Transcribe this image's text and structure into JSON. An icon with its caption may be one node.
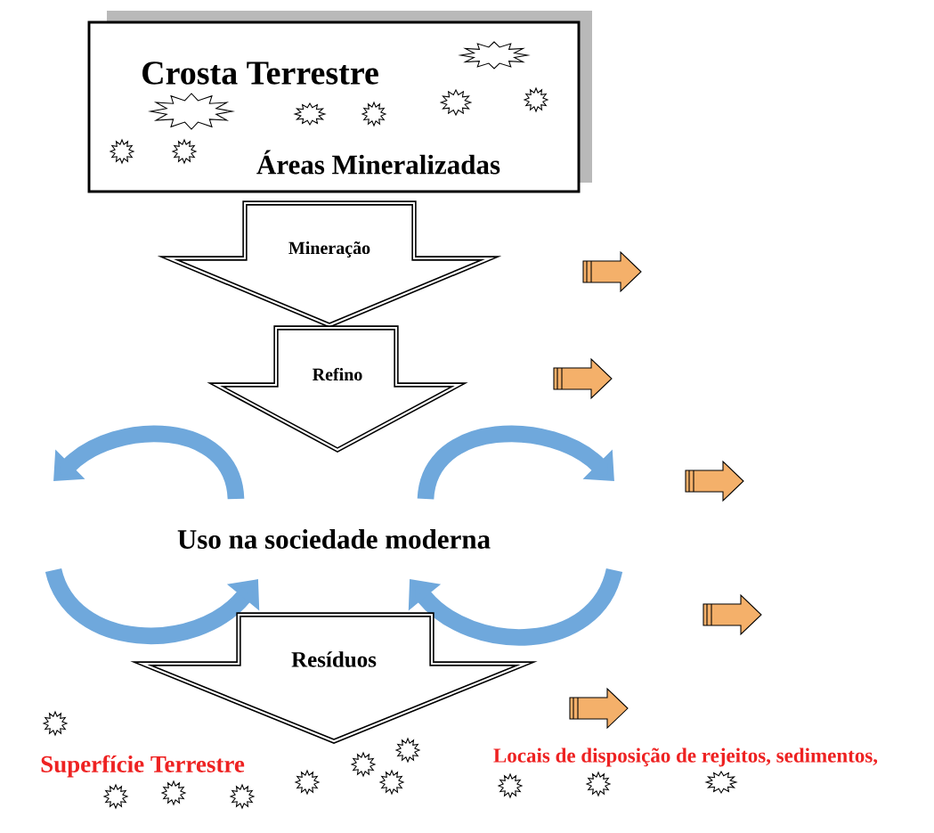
{
  "diagram": {
    "nodes": [
      {
        "text": [
          "Crosta Terrestre",
          "Áreas Mineralizadas"
        ]
      },
      {
        "text": [
          "Mineração"
        ]
      },
      {
        "text": [
          "Refino"
        ]
      },
      {
        "text": [
          "Uso na sociedade moderna"
        ]
      },
      {
        "text": [
          "Resíduos"
        ]
      },
      {
        "text": [
          "Superfície Terrestre"
        ]
      },
      {
        "text": [
          "Locais de disposição de rejeitos, sedimentos,"
        ]
      }
    ]
  }
}
